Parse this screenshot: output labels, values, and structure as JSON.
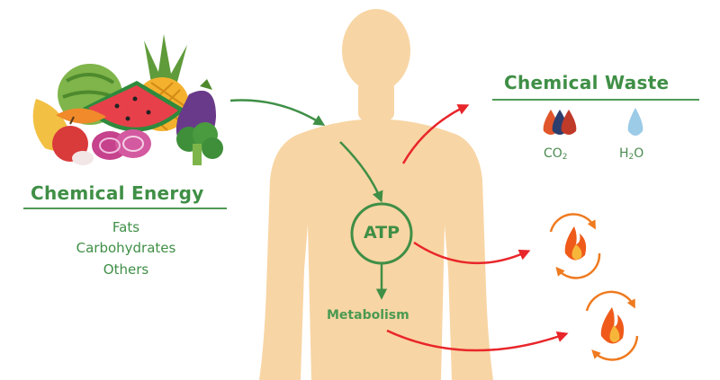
{
  "energy": {
    "title": "Chemical Energy",
    "nutrients": [
      "Fats",
      "Carbohydrates",
      "Others"
    ]
  },
  "waste": {
    "title": "Chemical Waste",
    "items": [
      {
        "formula": "CO",
        "subscript": "2",
        "icon": "dark-droplets-icon"
      },
      {
        "formula": "H",
        "subscript": "2",
        "suffix": "O",
        "icon": "water-droplet-icon"
      }
    ]
  },
  "body": {
    "atp": "ATP",
    "metabolism": "Metabolism"
  },
  "outputs": [
    {
      "icon": "heat-flame-icon"
    },
    {
      "icon": "heat-flame-icon"
    }
  ],
  "colors": {
    "green": "#3f8f46",
    "body": "#f8d5a4",
    "red_arrow": "#e8262a",
    "orange": "#ef7a1f"
  }
}
